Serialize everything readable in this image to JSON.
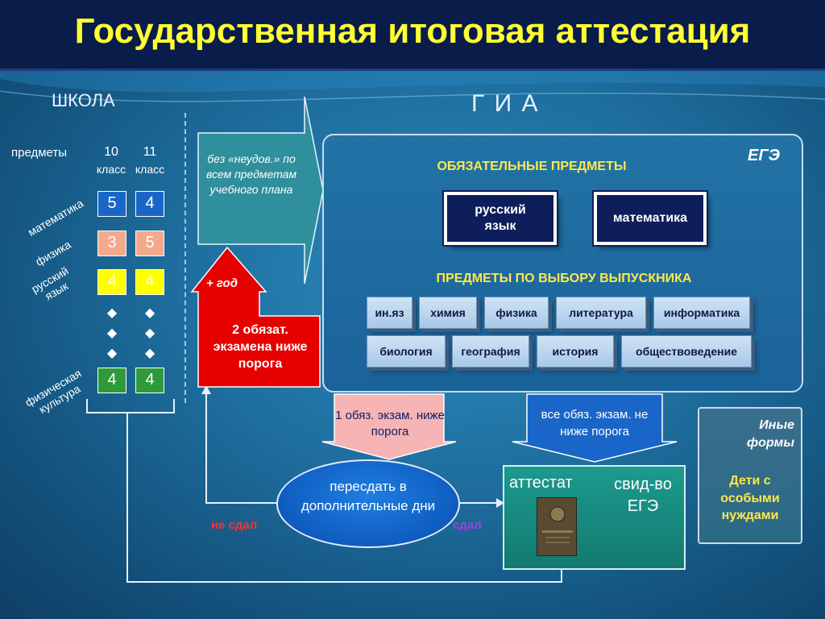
{
  "title": "Государственная итоговая аттестация",
  "school": {
    "label": "ШКОЛА",
    "subjects_header": "предметы",
    "grade10_num": "10",
    "grade10_sub": "класс",
    "grade11_num": "11",
    "grade11_sub": "класс",
    "rows": [
      {
        "subject": "математика",
        "g10": "5",
        "g11": "4"
      },
      {
        "subject": "физика",
        "g10": "3",
        "g11": "5"
      },
      {
        "subject": "русский язык",
        "g10": "4",
        "g11": "4"
      },
      {
        "subject": "физическая культура",
        "g10": "4",
        "g11": "4"
      }
    ]
  },
  "gia": {
    "label": "Г И А",
    "no_fail_arrow": "без «неудов.» по всем предметам учебного плана",
    "plus_year": "+ год",
    "two_below": "2 обязат. экзамена ниже порога",
    "one_below": "1 обяз. экзам. ниже порога",
    "all_pass": "все обяз. экзам. не ниже порога",
    "retake": "пересдать в дополнительные дни",
    "failed": "не сдал",
    "passed": "сдал",
    "certificate": "аттестат",
    "ege_certificate": "свид-во ЕГЭ"
  },
  "ege": {
    "label": "ЕГЭ",
    "mandatory_title": "ОБЯЗАТЕЛЬНЫЕ ПРЕДМЕТЫ",
    "mandatory": [
      "русский язык",
      "математика"
    ],
    "choice_title": "ПРЕДМЕТЫ ПО ВЫБОРУ ВЫПУСКНИКА",
    "choice_row1": [
      "ин.яз",
      "химия",
      "физика",
      "литература",
      "информатика"
    ],
    "choice_row2": [
      "биология",
      "география",
      "история",
      "обществоведение"
    ]
  },
  "other_forms": {
    "title": "Иные формы",
    "text": "Дети с особыми нуждами"
  },
  "colors": {
    "title_text": "#ffff33",
    "title_bg": "#0a1c4a",
    "mark_5": "#1a66c8",
    "mark_3": "#f4a98a",
    "mark_4_yellow": "#ffff00",
    "mark_4_green": "#2e9a3a",
    "red_arrow": "#e60000",
    "pink_arrow": "#f6b4b4",
    "section_title": "#ffe84a"
  }
}
